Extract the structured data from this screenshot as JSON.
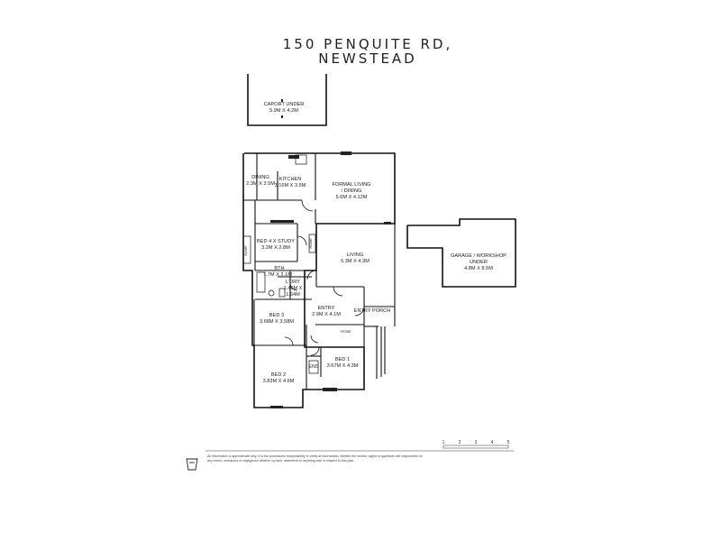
{
  "title": {
    "line1": "150 PENQUITE RD,",
    "line2": "NEWSTEAD"
  },
  "rooms": {
    "carport": {
      "name": "CAPORT UNDER",
      "size": "5.9M X 4.2M"
    },
    "dining": {
      "name": "DINING",
      "size": "2.3M X 3.5M"
    },
    "kitchen": {
      "name": "KITCHEN",
      "size": "3.16M X 3.5M"
    },
    "formal_living": {
      "name": "FORMAL LIVING",
      "name2": "/ DINING",
      "size": "5.6M X 4.12M"
    },
    "bed4": {
      "name": "BED 4 X STUDY",
      "size": "3.2M X 2.8M"
    },
    "living": {
      "name": "LIVING",
      "size": "6.3M X 4.3M"
    },
    "garage": {
      "name": "GARAGE / WORKSHOP",
      "name2": "UNDER",
      "size": "4.8M X 8.5M"
    },
    "bath": {
      "name": "BTH",
      "size": "1.7M X 2.1M"
    },
    "laundry": {
      "name": "L'DRY",
      "size": "1.46M X",
      "size2": "1.64M"
    },
    "entry": {
      "name": "ENTRY",
      "size": "2.9M X 4.1M"
    },
    "entry_porch": {
      "name": "ENTRY PORCH"
    },
    "bed3": {
      "name": "BED 3",
      "size": "3.68M X 3.58M"
    },
    "bed1": {
      "name": "BED 1",
      "size": "3.67M X 4.3M"
    },
    "bed2": {
      "name": "BED 2",
      "size": "3.83M X 4.6M"
    },
    "ens": {
      "name": "ENS"
    }
  },
  "small_labels": {
    "ramp": "RAMP",
    "robe": "ROBE",
    "wir": "ROBE"
  },
  "scale": {
    "ticks": [
      "1",
      "2",
      "3",
      "4",
      "5"
    ]
  },
  "disclaimer": {
    "line1": "All information is approximate only. It is the purchasers responsibility to verify all information. Neither the vendor, agent or appraiser are responsible for",
    "line2": "any errors, omissions or negligence whether by fault, statement or anything else in respect to this plan."
  }
}
